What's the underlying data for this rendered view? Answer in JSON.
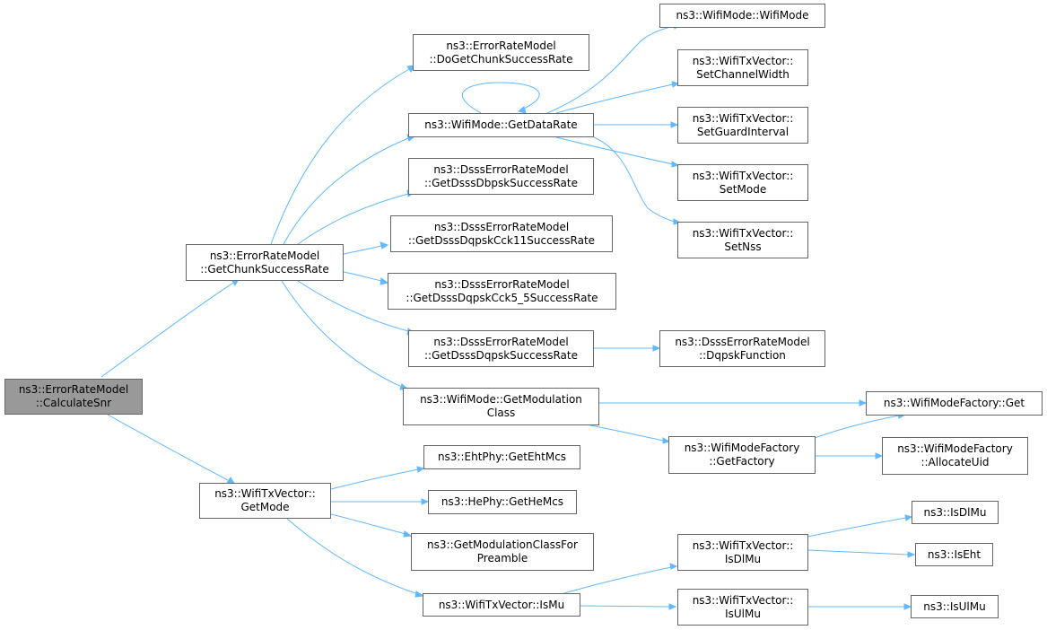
{
  "nodes": [
    {
      "id": "calc",
      "lines": [
        "ns3::ErrorRateModel",
        "::CalculateSnr"
      ],
      "root": true
    },
    {
      "id": "getchunk",
      "lines": [
        "ns3::ErrorRateModel",
        "::GetChunkSuccessRate"
      ]
    },
    {
      "id": "getmode",
      "lines": [
        "ns3::WifiTxVector::",
        "GetMode"
      ]
    },
    {
      "id": "dochunk",
      "lines": [
        "ns3::ErrorRateModel",
        "::DoGetChunkSuccessRate"
      ]
    },
    {
      "id": "getdatarate",
      "lines": [
        "ns3::WifiMode::GetDataRate"
      ]
    },
    {
      "id": "dbpsk",
      "lines": [
        "ns3::DsssErrorRateModel",
        "::GetDsssDbpskSuccessRate"
      ]
    },
    {
      "id": "cck11",
      "lines": [
        "ns3::DsssErrorRateModel",
        "::GetDsssDqpskCck11SuccessRate"
      ]
    },
    {
      "id": "cck55",
      "lines": [
        "ns3::DsssErrorRateModel",
        "::GetDsssDqpskCck5_5SuccessRate"
      ]
    },
    {
      "id": "dqpsk",
      "lines": [
        "ns3::DsssErrorRateModel",
        "::GetDsssDqpskSuccessRate"
      ]
    },
    {
      "id": "getmodclass",
      "lines": [
        "ns3::WifiMode::GetModulation",
        "Class"
      ]
    },
    {
      "id": "wifimode",
      "lines": [
        "ns3::WifiMode::WifiMode"
      ]
    },
    {
      "id": "setchw",
      "lines": [
        "ns3::WifiTxVector::",
        "SetChannelWidth"
      ]
    },
    {
      "id": "setgi",
      "lines": [
        "ns3::WifiTxVector::",
        "SetGuardInterval"
      ]
    },
    {
      "id": "setmode",
      "lines": [
        "ns3::WifiTxVector::",
        "SetMode"
      ]
    },
    {
      "id": "setnss",
      "lines": [
        "ns3::WifiTxVector::",
        "SetNss"
      ]
    },
    {
      "id": "dqpskfn",
      "lines": [
        "ns3::DsssErrorRateModel",
        "::DqpskFunction"
      ]
    },
    {
      "id": "factoryget",
      "lines": [
        "ns3::WifiModeFactory::Get"
      ]
    },
    {
      "id": "getfactory",
      "lines": [
        "ns3::WifiModeFactory",
        "::GetFactory"
      ]
    },
    {
      "id": "allocuid",
      "lines": [
        "ns3::WifiModeFactory",
        "::AllocateUid"
      ]
    },
    {
      "id": "ehtmcs",
      "lines": [
        "ns3::EhtPhy::GetEhtMcs"
      ]
    },
    {
      "id": "hemcs",
      "lines": [
        "ns3::HePhy::GetHeMcs"
      ]
    },
    {
      "id": "modclasspre",
      "lines": [
        "ns3::GetModulationClassFor",
        "Preamble"
      ]
    },
    {
      "id": "ismu",
      "lines": [
        "ns3::WifiTxVector::IsMu"
      ]
    },
    {
      "id": "txisdlmu",
      "lines": [
        "ns3::WifiTxVector::",
        "IsDlMu"
      ]
    },
    {
      "id": "txisulmu",
      "lines": [
        "ns3::WifiTxVector::",
        "IsUlMu"
      ]
    },
    {
      "id": "isdlmu",
      "lines": [
        "ns3::IsDlMu"
      ]
    },
    {
      "id": "iseht",
      "lines": [
        "ns3::IsEht"
      ]
    },
    {
      "id": "isulmu",
      "lines": [
        "ns3::IsUlMu"
      ]
    }
  ],
  "edges": [
    [
      "calc",
      "getchunk"
    ],
    [
      "calc",
      "getmode"
    ],
    [
      "getchunk",
      "dochunk"
    ],
    [
      "getchunk",
      "getdatarate"
    ],
    [
      "getchunk",
      "dbpsk"
    ],
    [
      "getchunk",
      "cck11"
    ],
    [
      "getchunk",
      "cck55"
    ],
    [
      "getchunk",
      "dqpsk"
    ],
    [
      "getchunk",
      "getmodclass"
    ],
    [
      "getdatarate",
      "getdatarate"
    ],
    [
      "getdatarate",
      "wifimode"
    ],
    [
      "getdatarate",
      "setchw"
    ],
    [
      "getdatarate",
      "setgi"
    ],
    [
      "getdatarate",
      "setmode"
    ],
    [
      "getdatarate",
      "setnss"
    ],
    [
      "dqpsk",
      "dqpskfn"
    ],
    [
      "getmodclass",
      "factoryget"
    ],
    [
      "getmodclass",
      "getfactory"
    ],
    [
      "getfactory",
      "factoryget"
    ],
    [
      "getfactory",
      "allocuid"
    ],
    [
      "getmode",
      "ehtmcs"
    ],
    [
      "getmode",
      "hemcs"
    ],
    [
      "getmode",
      "modclasspre"
    ],
    [
      "getmode",
      "ismu"
    ],
    [
      "ismu",
      "txisdlmu"
    ],
    [
      "ismu",
      "txisulmu"
    ],
    [
      "txisdlmu",
      "isdlmu"
    ],
    [
      "txisdlmu",
      "iseht"
    ],
    [
      "txisulmu",
      "isulmu"
    ]
  ],
  "colors": {
    "edge": "#63b8ff",
    "node_border": "#666666",
    "root_fill": "#999999"
  }
}
